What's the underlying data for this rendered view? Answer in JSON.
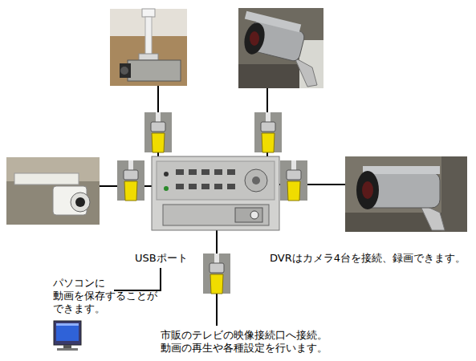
{
  "diagram": {
    "labels": [
      "USBポート",
      "DVRはカメラ4台を接続、録画できます。",
      "パソコンに 動画を保存することが できます。",
      "市販のテレビの映像接続口へ接続。 動画の再生や各種設定を行います。"
    ]
  }
}
